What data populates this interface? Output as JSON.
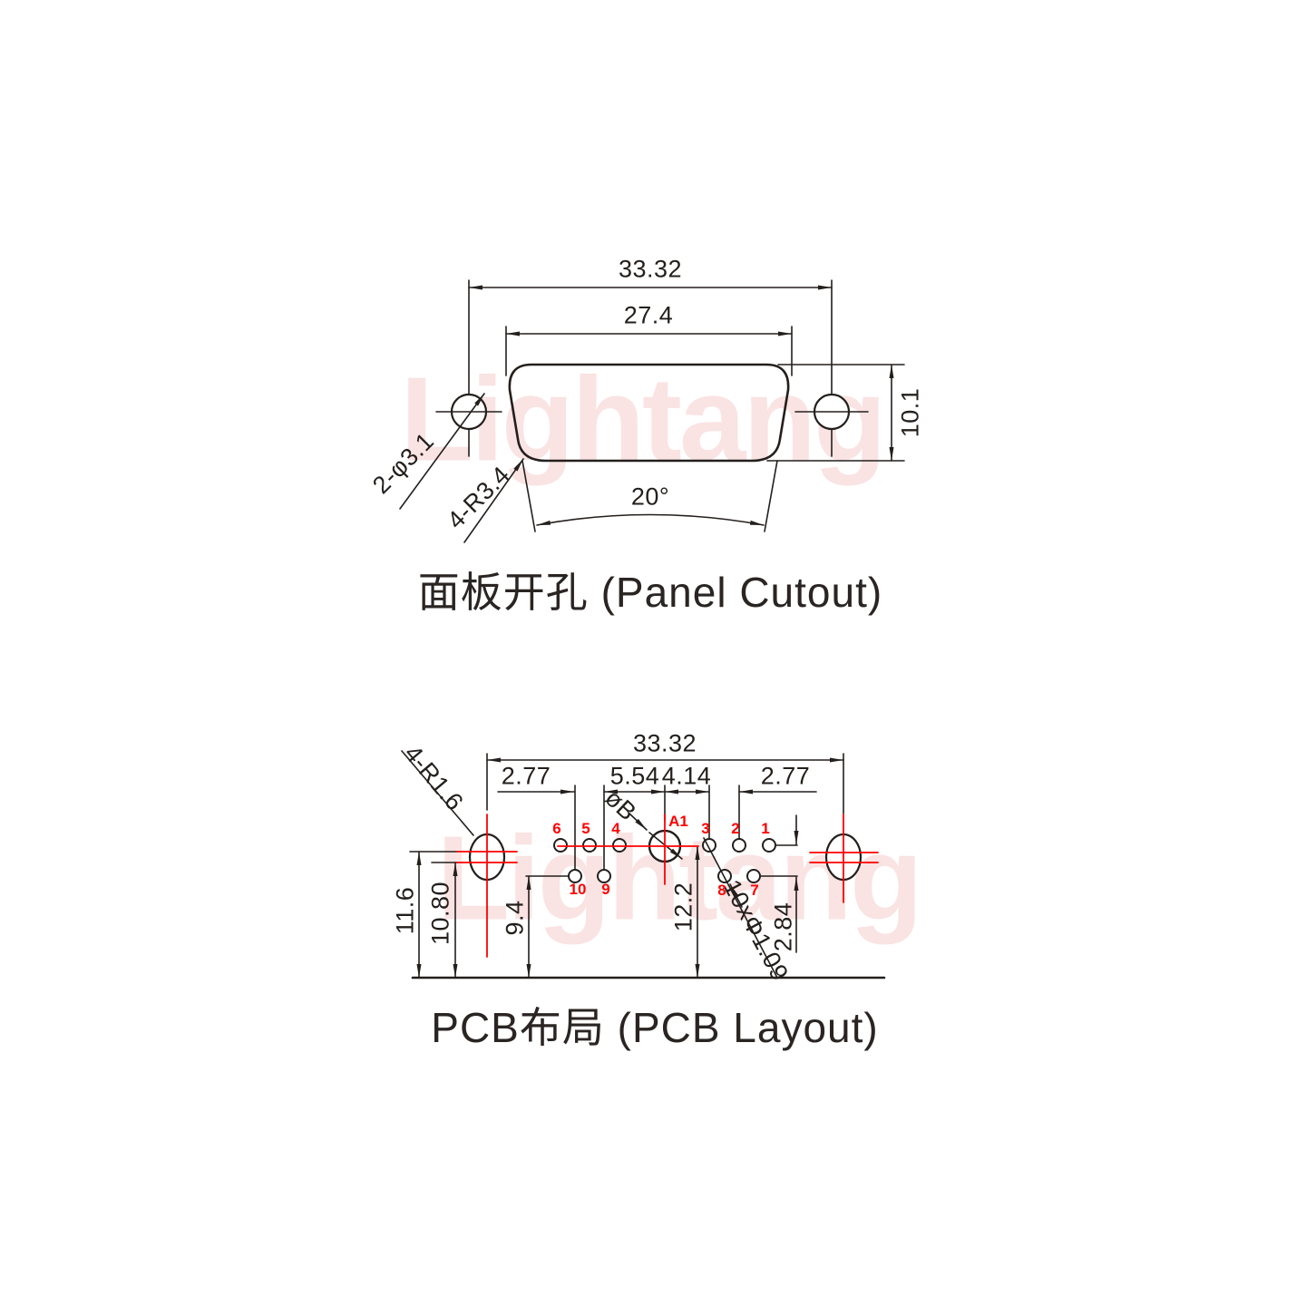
{
  "watermark": {
    "text": "Lightang",
    "color": "#fae3e3"
  },
  "colors": {
    "line": "#231f1c",
    "accent_red": "#ff0000"
  },
  "panel_cutout": {
    "title": "面板开孔 (Panel Cutout)",
    "dim_overall_width": "33.32",
    "dim_cutout_width": "27.4",
    "dim_cutout_height": "10.1",
    "label_mounting_holes": "2-φ3.1",
    "label_corner_radius": "4-R3.4",
    "label_side_angle": "20°"
  },
  "pcb_layout": {
    "title": "PCB布局 (PCB Layout)",
    "dim_overall_width": "33.32",
    "dim_pitch_bottom_row": "2.77",
    "dim_pin9_to_a1": "5.54",
    "dim_a1_to_pin3": "4.14",
    "dim_pin3_to_pin2": "2.77",
    "label_corner_radius": "4-R1.6",
    "label_a1_diameter": "øB",
    "dim_edge_to_upper_line": "11.6",
    "dim_edge_to_lower_line": "10.80",
    "dim_edge_to_bottom_row": "9.4",
    "dim_edge_to_a1_center": "12.2",
    "dim_row_offset": "2.84",
    "label_pin_holes": "10xΦ1.09",
    "pins": {
      "p1": "1",
      "p2": "2",
      "p3": "3",
      "p4": "4",
      "p5": "5",
      "p6": "6",
      "p7": "7",
      "p8": "8",
      "p9": "9",
      "p10": "10",
      "a1": "A1"
    }
  }
}
